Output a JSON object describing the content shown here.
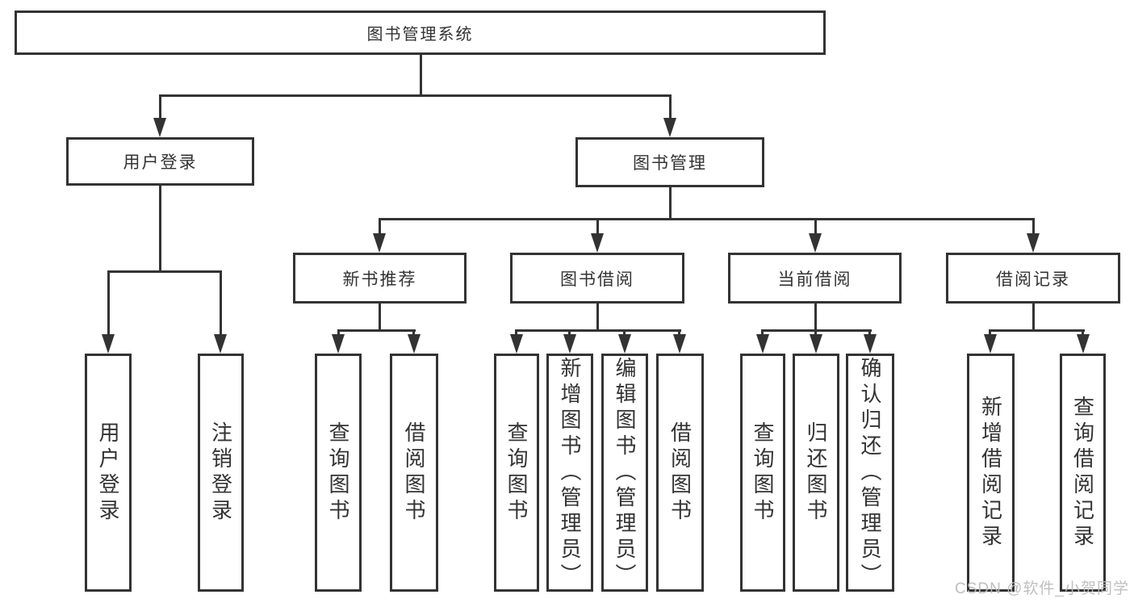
{
  "diagram": {
    "root": "图书管理系统",
    "branches": [
      {
        "label": "用户登录",
        "children": [
          {
            "label": "用户登录"
          },
          {
            "label": "注销登录"
          }
        ]
      },
      {
        "label": "图书管理",
        "groups": [
          {
            "label": "新书推荐",
            "children": [
              {
                "label": "查询图书"
              },
              {
                "label": "借阅图书"
              }
            ]
          },
          {
            "label": "图书借阅",
            "children": [
              {
                "label": "查询图书"
              },
              {
                "label": "新增图书（管理员）"
              },
              {
                "label": "编辑图书（管理员）"
              },
              {
                "label": "借阅图书"
              }
            ]
          },
          {
            "label": "当前借阅",
            "children": [
              {
                "label": "查询图书"
              },
              {
                "label": "归还图书"
              },
              {
                "label": "确认归还（管理员）"
              }
            ]
          },
          {
            "label": "借阅记录",
            "children": [
              {
                "label": "新增借阅记录"
              },
              {
                "label": "查询借阅记录"
              }
            ]
          }
        ]
      }
    ]
  },
  "watermark": "CSDN @软件_小贺同学",
  "colors": {
    "line": "#333333",
    "box_background": "#ffffff",
    "text": "#333333",
    "watermark": "#bcbcbc"
  }
}
